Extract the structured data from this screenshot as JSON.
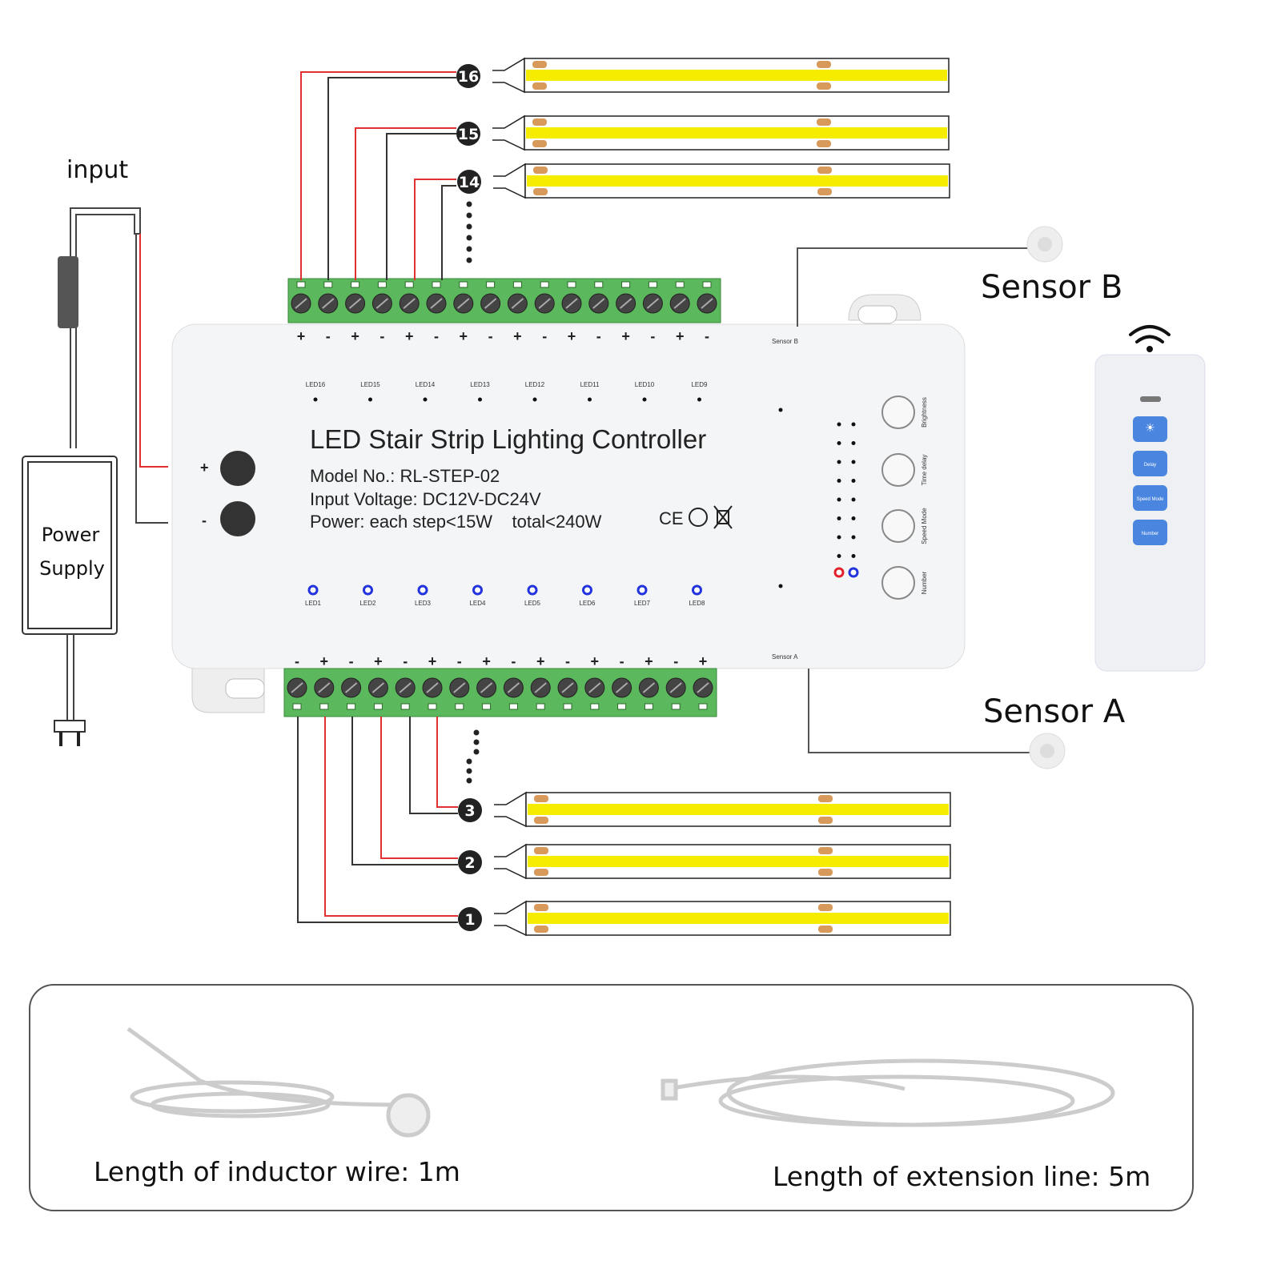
{
  "labels": {
    "input": "input",
    "power_supply_line1": "Power",
    "power_supply_line2": "Supply",
    "sensor_b": "Sensor B",
    "sensor_a": "Sensor A",
    "sensor_b_port": "Sensor B",
    "sensor_a_port": "Sensor A"
  },
  "controller": {
    "title": "LED Stair Strip Lighting Controller",
    "model": "Model No.: RL-STEP-02",
    "voltage": "Input Voltage: DC12V-DC24V",
    "power": "Power: each step<15W    total<240W",
    "certs": "CE",
    "input_plus": "+",
    "input_minus": "-",
    "top_leds": [
      "LED16",
      "LED15",
      "LED14",
      "LED13",
      "LED12",
      "LED11",
      "LED10",
      "LED9"
    ],
    "bottom_leds": [
      "LED1",
      "LED2",
      "LED3",
      "LED4",
      "LED5",
      "LED6",
      "LED7",
      "LED8"
    ],
    "buttons": [
      "Brightness",
      "Time delay",
      "Speed Mode",
      "Number"
    ],
    "top_polarity": [
      "+",
      "-",
      "+",
      "-",
      "+",
      "-",
      "+",
      "-",
      "+",
      "-",
      "+",
      "-",
      "+",
      "-",
      "+",
      "-"
    ],
    "bottom_polarity": [
      "-",
      "+",
      "-",
      "+",
      "-",
      "+",
      "-",
      "+",
      "-",
      "+",
      "-",
      "+",
      "-",
      "+",
      "-",
      "+"
    ],
    "status_led_colors": [
      "#e0202a",
      "#2233dd"
    ]
  },
  "steps_top": [
    "16",
    "15",
    "14"
  ],
  "steps_bottom": [
    "3",
    "2",
    "1"
  ],
  "remote": {
    "buttons": [
      "☀",
      "Delay",
      "Speed Mode",
      "Number"
    ],
    "accent": "#4a86e0"
  },
  "accessories": {
    "inductor": "Length of inductor wire: 1m",
    "extension": "Length of extension line: 5m"
  },
  "colors": {
    "strip": "#f5ec00",
    "terminal": "#5cb85c",
    "wire_red": "#e03030",
    "wire_dark": "#333333"
  }
}
